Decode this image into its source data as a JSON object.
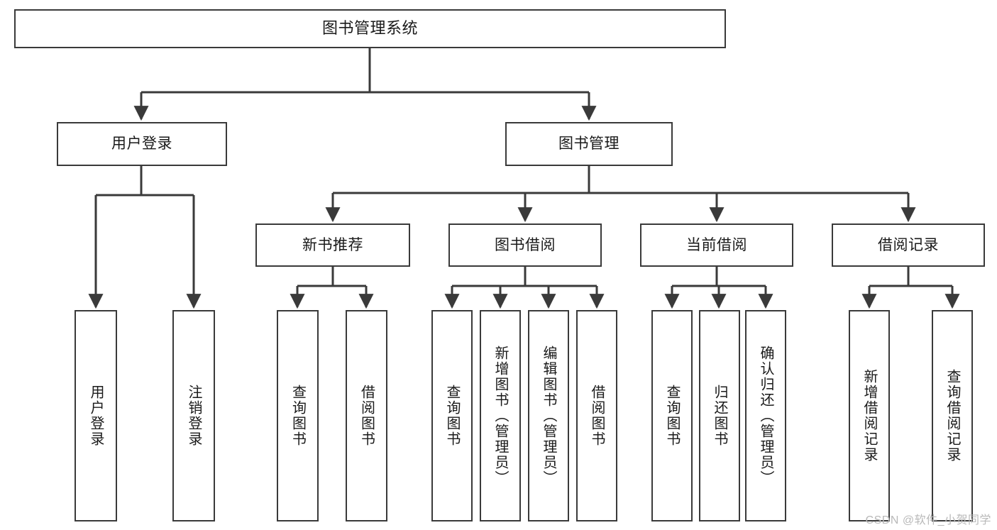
{
  "diagram": {
    "title": "图书管理系统",
    "type": "tree-hierarchy-chart",
    "watermark": "CSDN @软件_小贺同学",
    "colors": {
      "box_border": "#3a3a3a",
      "box_fill": "#ffffff",
      "edge": "#3a3a3a",
      "text": "#1a1a1a",
      "watermark": "#b9b9b9",
      "background": "#ffffff"
    },
    "nodes": {
      "root": {
        "label": "图书管理系统"
      },
      "level1": [
        {
          "id": "user-login",
          "label": "用户登录"
        },
        {
          "id": "book-manage",
          "label": "图书管理"
        }
      ],
      "level2": [
        {
          "id": "new-book-recommend",
          "label": "新书推荐"
        },
        {
          "id": "book-borrow",
          "label": "图书借阅"
        },
        {
          "id": "current-borrow",
          "label": "当前借阅"
        },
        {
          "id": "borrow-record",
          "label": "借阅记录"
        }
      ],
      "leaves": {
        "user-login": [
          {
            "id": "leaf-user-login",
            "label": "用户登录"
          },
          {
            "id": "leaf-logout-login",
            "label": "注销登录"
          }
        ],
        "new-book-recommend": [
          {
            "id": "leaf-query-book-1",
            "label": "查询图书"
          },
          {
            "id": "leaf-borrow-book-1",
            "label": "借阅图书"
          }
        ],
        "book-borrow": [
          {
            "id": "leaf-query-book-2",
            "label": "查询图书"
          },
          {
            "id": "leaf-add-book",
            "label": "新增图书（管理员）"
          },
          {
            "id": "leaf-edit-book",
            "label": "编辑图书（管理员）"
          },
          {
            "id": "leaf-borrow-book-2",
            "label": "借阅图书"
          }
        ],
        "current-borrow": [
          {
            "id": "leaf-query-book-3",
            "label": "查询图书"
          },
          {
            "id": "leaf-return-book",
            "label": "归还图书"
          },
          {
            "id": "leaf-confirm-return",
            "label": "确认归还（管理员）"
          }
        ],
        "borrow-record": [
          {
            "id": "leaf-add-record",
            "label": "新增借阅记录"
          },
          {
            "id": "leaf-query-record",
            "label": "查询借阅记录"
          }
        ]
      }
    }
  }
}
